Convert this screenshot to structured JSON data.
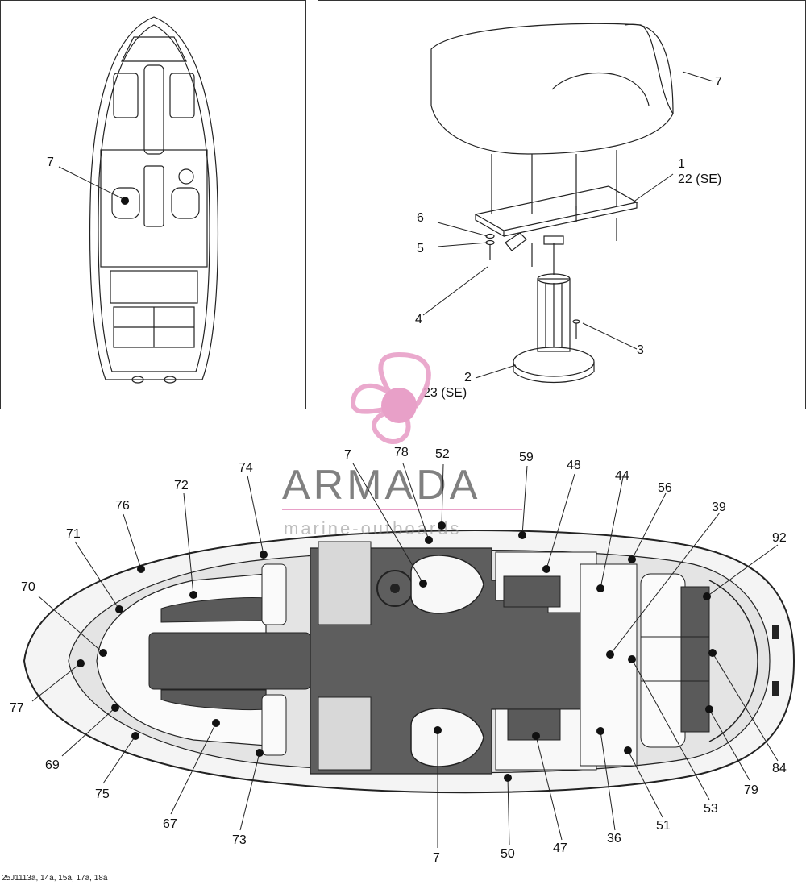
{
  "colors": {
    "accent": "#e8a0c8",
    "line": "#222222",
    "callout_dot": "#111111",
    "deck_fill": "#5a5a5a"
  },
  "top_left": {
    "callouts": [
      {
        "label": "7"
      }
    ]
  },
  "top_right": {
    "callouts": [
      {
        "label": "7"
      },
      {
        "label": "1"
      },
      {
        "label": "22 (SE)"
      },
      {
        "label": "6"
      },
      {
        "label": "5"
      },
      {
        "label": "4"
      },
      {
        "label": "3"
      },
      {
        "label": "2"
      },
      {
        "label": "23 (SE)"
      }
    ]
  },
  "bottom": {
    "callouts": [
      {
        "label": "74"
      },
      {
        "label": "72"
      },
      {
        "label": "76"
      },
      {
        "label": "71"
      },
      {
        "label": "70"
      },
      {
        "label": "77"
      },
      {
        "label": "69"
      },
      {
        "label": "75"
      },
      {
        "label": "67"
      },
      {
        "label": "73"
      },
      {
        "label": "7"
      },
      {
        "label": "78"
      },
      {
        "label": "52"
      },
      {
        "label": "59"
      },
      {
        "label": "48"
      },
      {
        "label": "44"
      },
      {
        "label": "56"
      },
      {
        "label": "39"
      },
      {
        "label": "92"
      },
      {
        "label": "84"
      },
      {
        "label": "79"
      },
      {
        "label": "53"
      },
      {
        "label": "51"
      },
      {
        "label": "36"
      },
      {
        "label": "47"
      },
      {
        "label": "50"
      },
      {
        "label": "7"
      }
    ]
  },
  "watermark": {
    "title": "ARMADA",
    "subtitle": "marine-outboards",
    "logo_name": "propeller-logo"
  },
  "figure_code": "25J1113a, 14a, 15a, 17a, 18a"
}
